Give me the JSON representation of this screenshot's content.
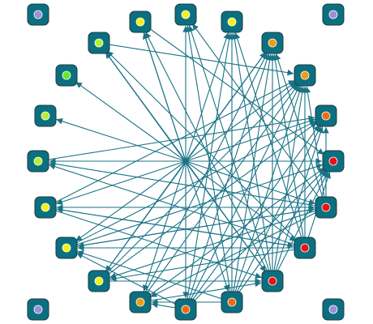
{
  "colors": {
    "background": "#ffffff",
    "node_fill": "#0b6f80",
    "node_border": "#1d3a40",
    "edge": "#1a7385",
    "dot_purple": "#9b8fd6",
    "dot_yellow": "#f3f01a",
    "dot_yellowgreen": "#b8f030",
    "dot_green": "#63ea2a",
    "dot_orange": "#f59a10",
    "dot_darkorange": "#f06a10",
    "dot_red": "#ee1010"
  },
  "graph": {
    "nodes": [
      {
        "id": "corner-tl",
        "dot": "dot_purple"
      },
      {
        "id": "corner-tr",
        "dot": "dot_purple"
      },
      {
        "id": "corner-bl",
        "dot": "dot_purple"
      },
      {
        "id": "corner-br",
        "dot": "dot_purple"
      },
      {
        "id": "n0",
        "dot": "dot_yellow"
      },
      {
        "id": "n1",
        "dot": "dot_yellow"
      },
      {
        "id": "n2",
        "dot": "dot_yellow"
      },
      {
        "id": "n3",
        "dot": "dot_orange"
      },
      {
        "id": "n4",
        "dot": "dot_orange"
      },
      {
        "id": "n5",
        "dot": "dot_darkorange"
      },
      {
        "id": "n6",
        "dot": "dot_red"
      },
      {
        "id": "n7",
        "dot": "dot_red"
      },
      {
        "id": "n8",
        "dot": "dot_red"
      },
      {
        "id": "n9",
        "dot": "dot_red"
      },
      {
        "id": "n10",
        "dot": "dot_darkorange"
      },
      {
        "id": "n11",
        "dot": "dot_darkorange"
      },
      {
        "id": "n12",
        "dot": "dot_orange"
      },
      {
        "id": "n13",
        "dot": "dot_yellow"
      },
      {
        "id": "n14",
        "dot": "dot_yellow"
      },
      {
        "id": "n15",
        "dot": "dot_yellow"
      },
      {
        "id": "n16",
        "dot": "dot_yellowgreen"
      },
      {
        "id": "n17",
        "dot": "dot_yellowgreen"
      },
      {
        "id": "n18",
        "dot": "dot_green"
      },
      {
        "id": "n19",
        "dot": "dot_green"
      },
      {
        "id": "n20",
        "dot": "dot_yellowgreen"
      },
      {
        "id": "n21",
        "dot": "dot_yellow"
      }
    ],
    "edges": [
      [
        "hub",
        "n0"
      ],
      [
        "hub",
        "n1"
      ],
      [
        "hub",
        "n2"
      ],
      [
        "hub",
        "n3"
      ],
      [
        "hub",
        "n4"
      ],
      [
        "hub",
        "n5"
      ],
      [
        "hub",
        "n6"
      ],
      [
        "hub",
        "n7"
      ],
      [
        "hub",
        "n8"
      ],
      [
        "hub",
        "n9"
      ],
      [
        "hub",
        "n10"
      ],
      [
        "hub",
        "n11"
      ],
      [
        "hub",
        "n12"
      ],
      [
        "hub",
        "n13"
      ],
      [
        "hub",
        "n14"
      ],
      [
        "hub",
        "n15"
      ],
      [
        "hub",
        "n16"
      ],
      [
        "hub",
        "n17"
      ],
      [
        "hub",
        "n18"
      ],
      [
        "hub",
        "n19"
      ],
      [
        "hub",
        "n20"
      ],
      [
        "hub",
        "n21"
      ],
      [
        "n9",
        "n21"
      ],
      [
        "n9",
        "n20"
      ],
      [
        "n9",
        "n1"
      ],
      [
        "n9",
        "n2"
      ],
      [
        "n9",
        "n3"
      ],
      [
        "n9",
        "n4"
      ],
      [
        "n9",
        "n5"
      ],
      [
        "n9",
        "n6"
      ],
      [
        "n8",
        "n14"
      ],
      [
        "n8",
        "n13"
      ],
      [
        "n8",
        "n15"
      ],
      [
        "n8",
        "n20"
      ],
      [
        "n8",
        "n16"
      ],
      [
        "n8",
        "n2"
      ],
      [
        "n8",
        "n3"
      ],
      [
        "n8",
        "n4"
      ],
      [
        "n8",
        "n6"
      ],
      [
        "n7",
        "n15"
      ],
      [
        "n7",
        "n14"
      ],
      [
        "n7",
        "n13"
      ],
      [
        "n7",
        "n12"
      ],
      [
        "n7",
        "n16"
      ],
      [
        "n7",
        "n1"
      ],
      [
        "n7",
        "n3"
      ],
      [
        "n7",
        "n4"
      ],
      [
        "n7",
        "n5"
      ],
      [
        "n10",
        "n14"
      ],
      [
        "n10",
        "n12"
      ],
      [
        "n10",
        "n1"
      ],
      [
        "n10",
        "n2"
      ],
      [
        "n10",
        "n3"
      ],
      [
        "n10",
        "n4"
      ],
      [
        "n10",
        "n5"
      ],
      [
        "n10",
        "n6"
      ],
      [
        "n11",
        "n14"
      ],
      [
        "n11",
        "n12"
      ],
      [
        "n11",
        "n2"
      ],
      [
        "n11",
        "n3"
      ],
      [
        "n11",
        "n4"
      ],
      [
        "n11",
        "n5"
      ],
      [
        "n11",
        "n6"
      ],
      [
        "n12",
        "n3"
      ],
      [
        "n12",
        "n4"
      ],
      [
        "n12",
        "n6"
      ],
      [
        "n13",
        "n3"
      ],
      [
        "n13",
        "n4"
      ],
      [
        "n13",
        "n5"
      ],
      [
        "n14",
        "n5"
      ],
      [
        "n14",
        "n6"
      ],
      [
        "n14",
        "n7"
      ],
      [
        "n15",
        "n4"
      ],
      [
        "n15",
        "n7"
      ],
      [
        "n15",
        "n8"
      ],
      [
        "n15",
        "n9"
      ],
      [
        "n13",
        "n9"
      ],
      [
        "n12",
        "n9"
      ],
      [
        "n21",
        "n6"
      ],
      [
        "n20",
        "n4"
      ],
      [
        "n16",
        "n5"
      ]
    ]
  }
}
